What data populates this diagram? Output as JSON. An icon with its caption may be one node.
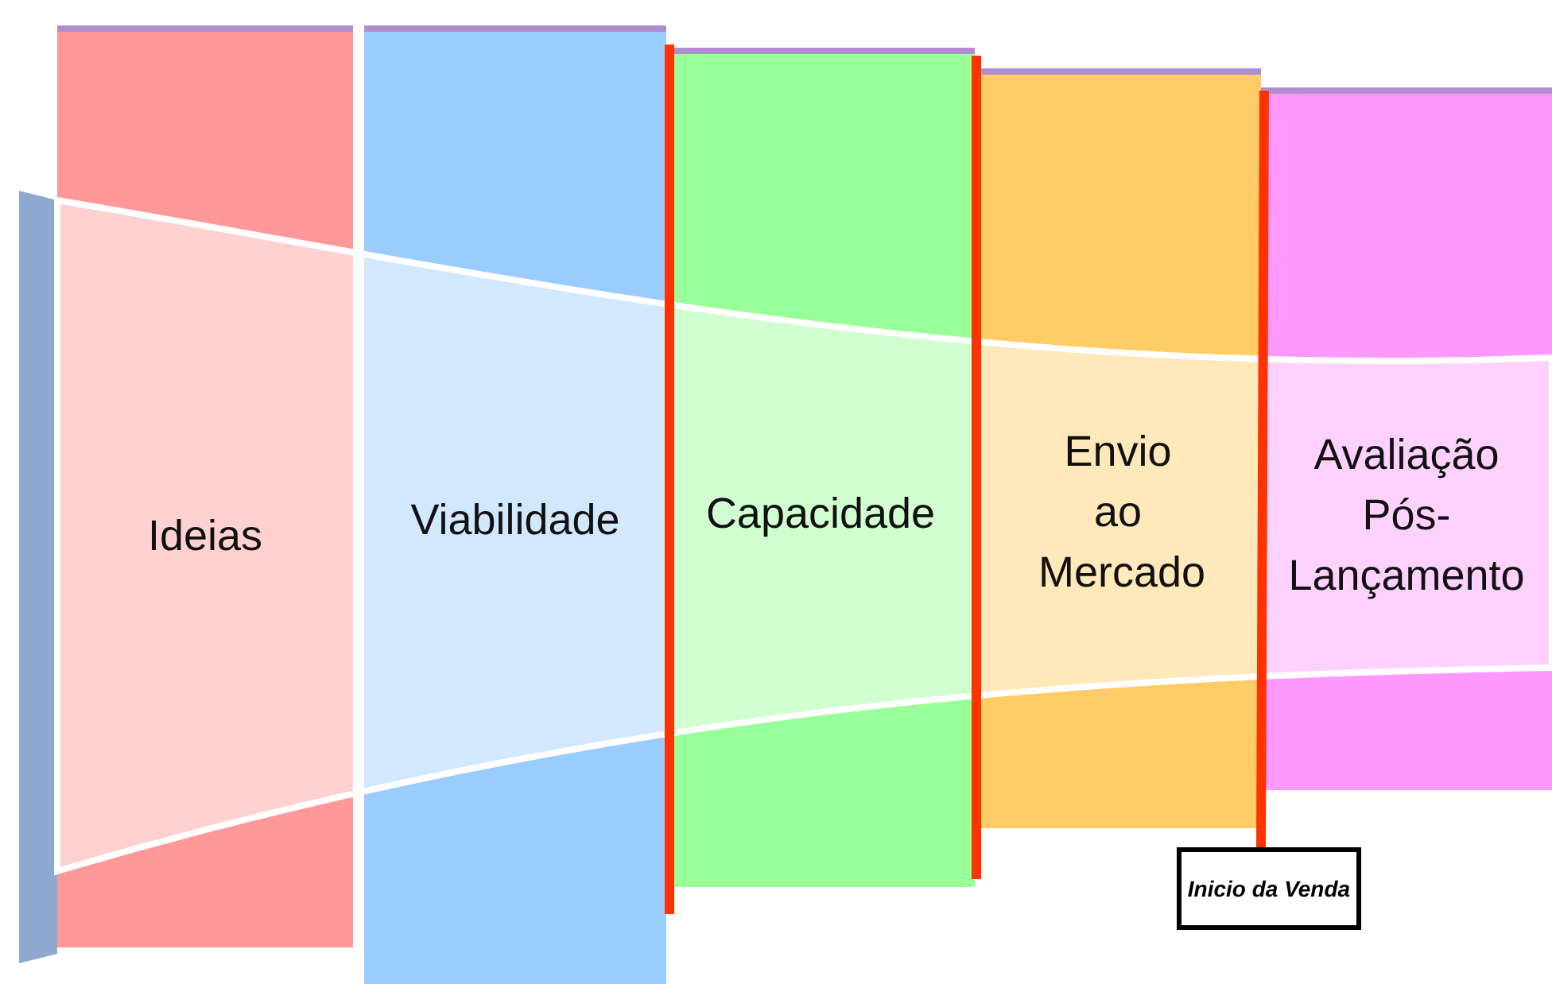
{
  "diagram": {
    "nodes": [
      {
        "text": [
          "Ideias"
        ]
      },
      {
        "text": [
          "Viabilidade"
        ]
      },
      {
        "text": [
          "Capacidade"
        ]
      },
      {
        "text": [
          "Envio ao Mercado"
        ]
      },
      {
        "text": [
          "Avaliação Pós-Lançamento"
        ]
      },
      {
        "text": [
          "Inicio da Venda"
        ]
      }
    ],
    "edges": []
  }
}
